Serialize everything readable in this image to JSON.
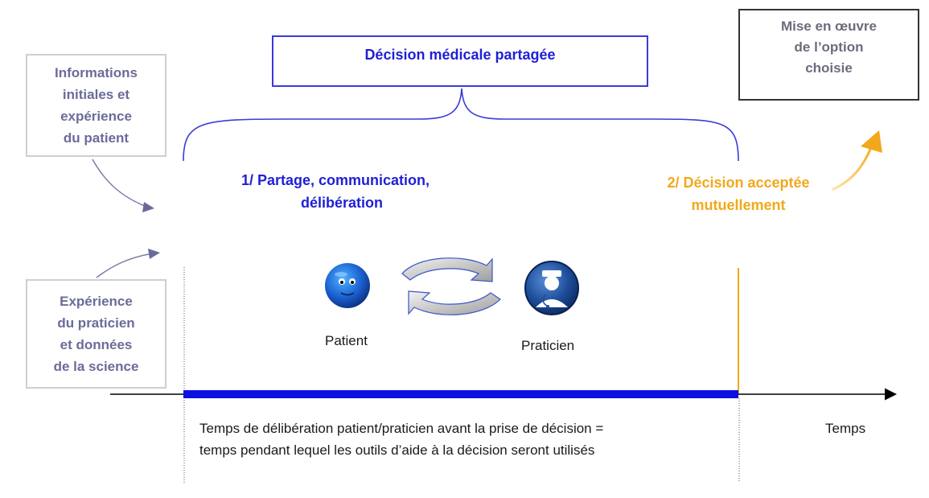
{
  "title": "Décision médicale partagée",
  "info_box": {
    "lines": [
      "Informations",
      "initiales et",
      "expérience",
      "du patient"
    ]
  },
  "experience_box": {
    "lines": [
      "Expérience",
      "du praticien",
      "et données",
      "de la science"
    ]
  },
  "step1": {
    "lines": [
      "1/ Partage, communication,",
      "délibération"
    ]
  },
  "step2": {
    "lines": [
      "2/ Décision acceptée",
      "mutuellement"
    ]
  },
  "mise_box": {
    "lines": [
      "Mise en œuvre",
      "de l’option",
      "choisie"
    ]
  },
  "patient_label": "Patient",
  "praticien_label": "Praticien",
  "bottom_caption": {
    "lines": [
      "Temps de délibération patient/praticien avant la prise de décision =",
      "temps pendant lequel les outils d’aide à la décision seront utilisés"
    ]
  },
  "time_label": "Temps",
  "icons": {
    "patient": "patient-icon",
    "praticien": "doctor-icon",
    "cycle": "cycle-arrows-icon"
  },
  "colors": {
    "blue": "#1f1fd6",
    "orange": "#f2a81a",
    "grey_text": "#6b6b9a"
  }
}
